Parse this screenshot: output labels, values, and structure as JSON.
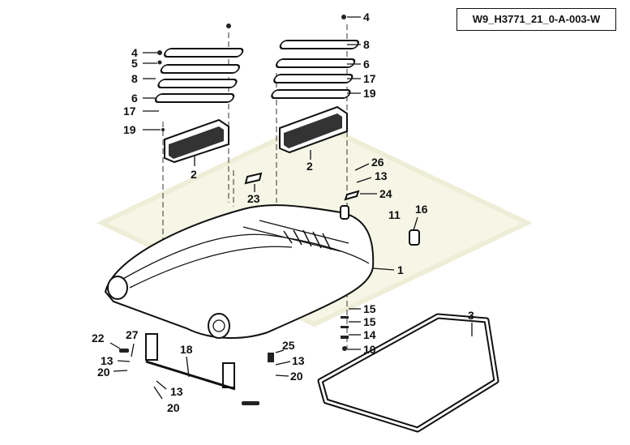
{
  "drawing_ref": "W9_H3771_21_0-A-003-W",
  "colors": {
    "ink": "#111111",
    "watermark": "#f3f3e0"
  },
  "callouts": {
    "l4": "4",
    "l5": "5",
    "l8": "8",
    "l6": "6",
    "l17": "17",
    "l19": "19",
    "l2": "2",
    "r4": "4",
    "r8": "8",
    "r6": "6",
    "r17": "17",
    "r19": "19",
    "r2": "2",
    "c23": "23",
    "c26": "26",
    "c13a": "13",
    "c24": "24",
    "c11": "11",
    "c16": "16",
    "c1": "1",
    "c15a": "15",
    "c15b": "15",
    "c14": "14",
    "c10": "10",
    "c3": "3",
    "c22": "22",
    "c27": "27",
    "c13b": "13",
    "c20a": "20",
    "c18": "18",
    "c13c": "13",
    "c20b": "20",
    "c25": "25",
    "c13d": "13",
    "c20c": "20"
  }
}
